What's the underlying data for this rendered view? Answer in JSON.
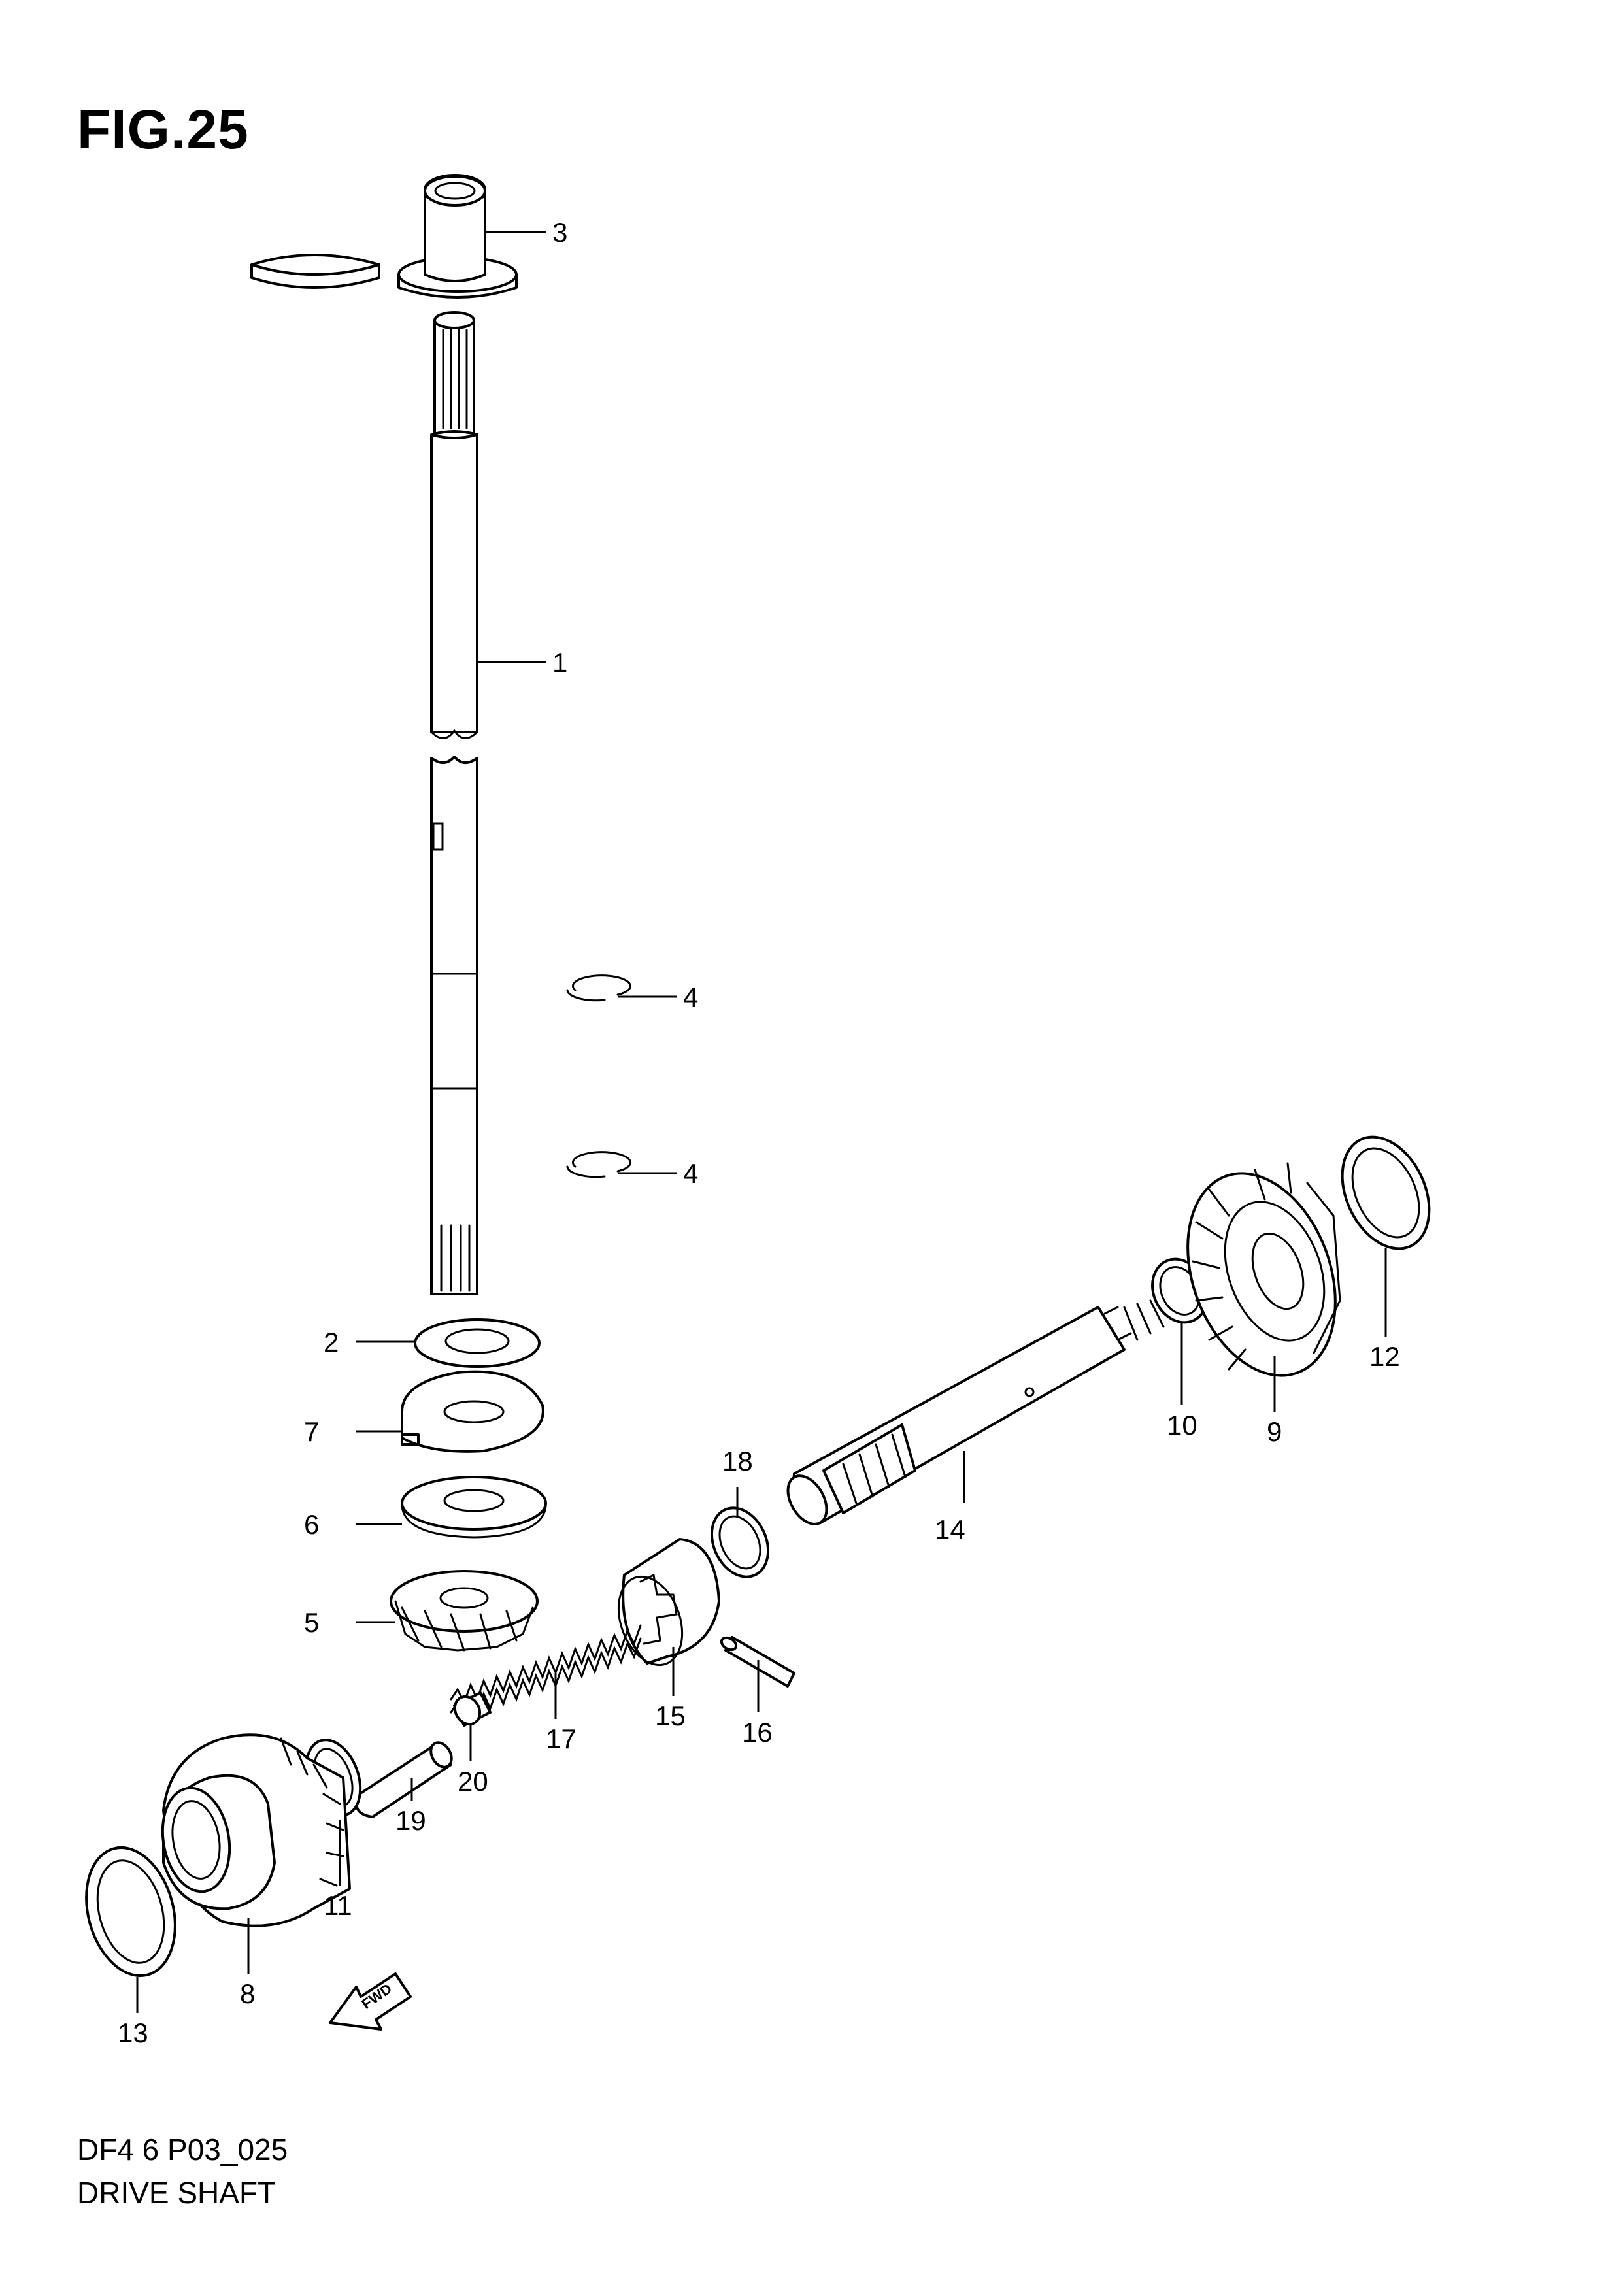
{
  "figure": {
    "title": "FIG.25",
    "code": "DF4 6 P03_025",
    "name": "DRIVE SHAFT"
  },
  "callouts": [
    "1",
    "2",
    "3",
    "4",
    "4",
    "5",
    "6",
    "7",
    "8",
    "9",
    "10",
    "11",
    "12",
    "13",
    "14",
    "15",
    "16",
    "17",
    "18",
    "19",
    "20"
  ],
  "direction_marker": {
    "label": "FWD",
    "icon": "forward-arrow-icon"
  },
  "colors": {
    "line": "#000000",
    "background": "#ffffff"
  }
}
